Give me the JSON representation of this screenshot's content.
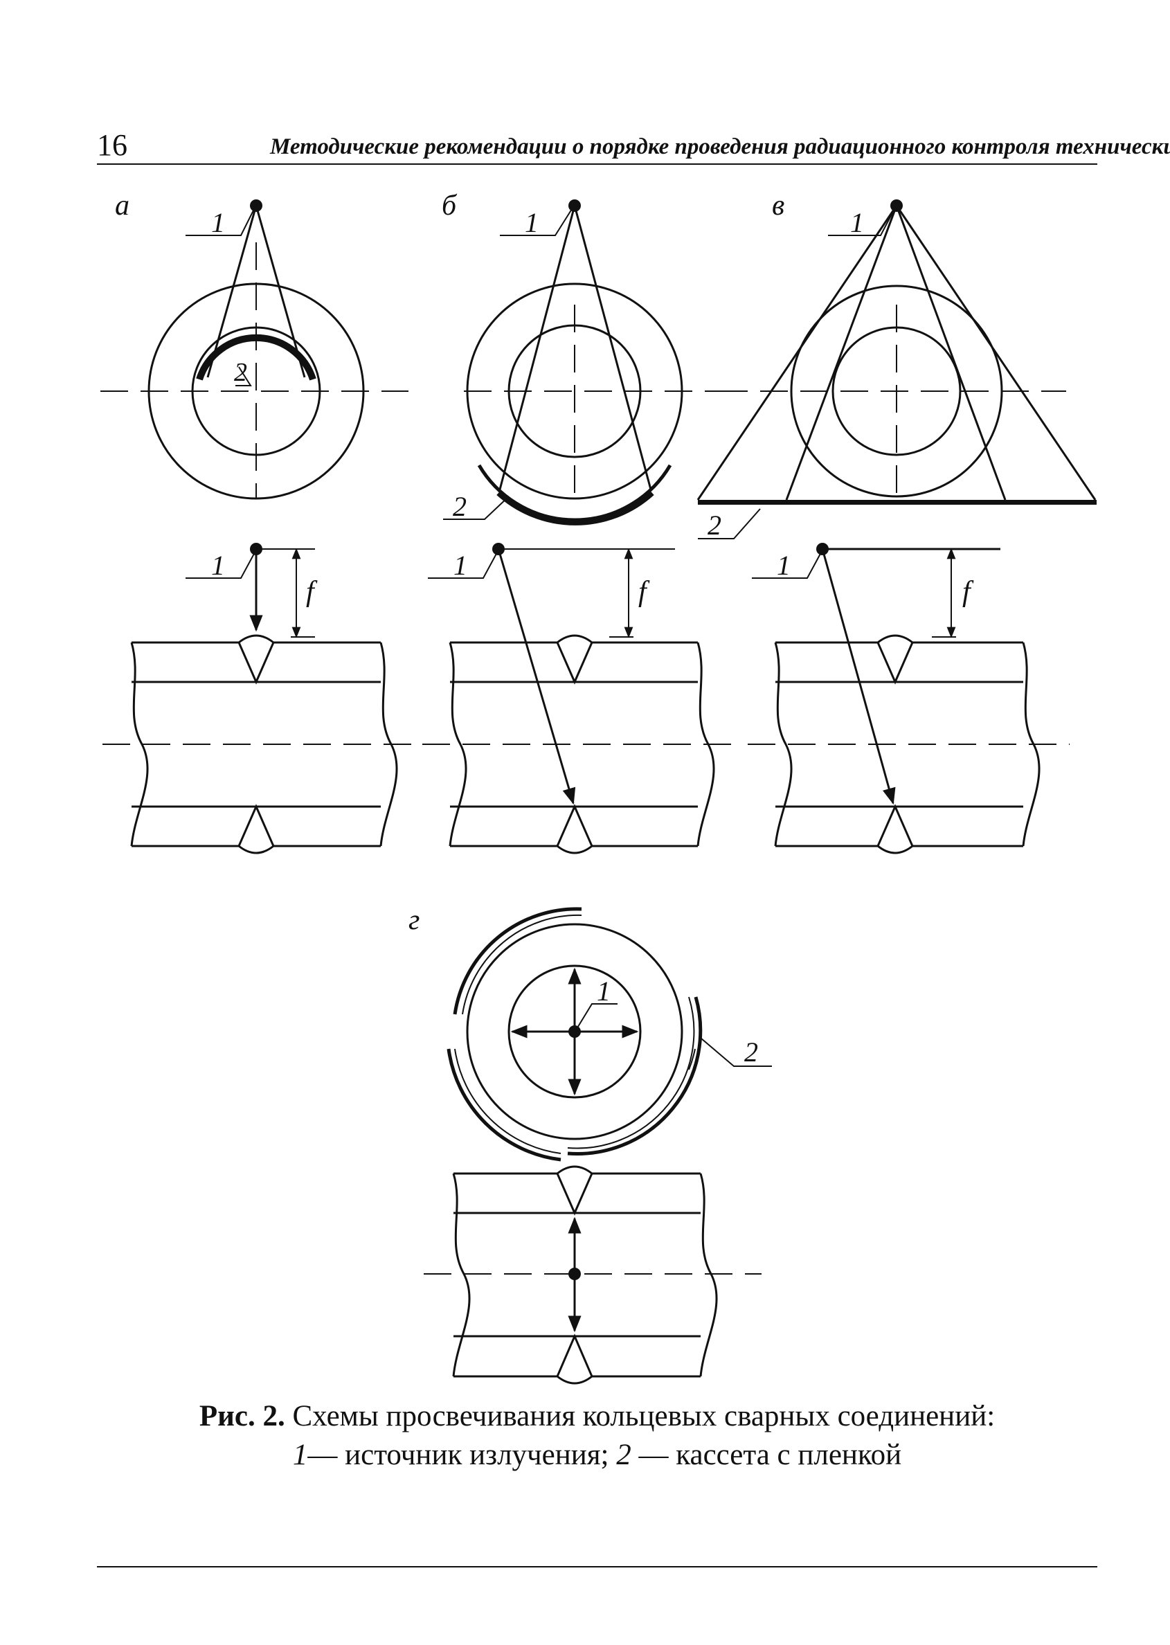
{
  "header": {
    "page_number": "16",
    "running_title": "Методические рекомендации о порядке проведения радиационного контроля технических"
  },
  "figure": {
    "panel_labels": {
      "a": "а",
      "b": "б",
      "v": "в",
      "g": "г"
    },
    "callouts": {
      "source": "1",
      "cassette": "2"
    },
    "dimension_label": "f"
  },
  "caption": {
    "prefix": "Рис. 2.",
    "title": "Схемы просвечивания кольцевых сварных соединений:",
    "item1_number": "1",
    "item1_text": "— источник излучения;",
    "item2_number": "2",
    "item2_text": "— кассета с пленкой"
  }
}
